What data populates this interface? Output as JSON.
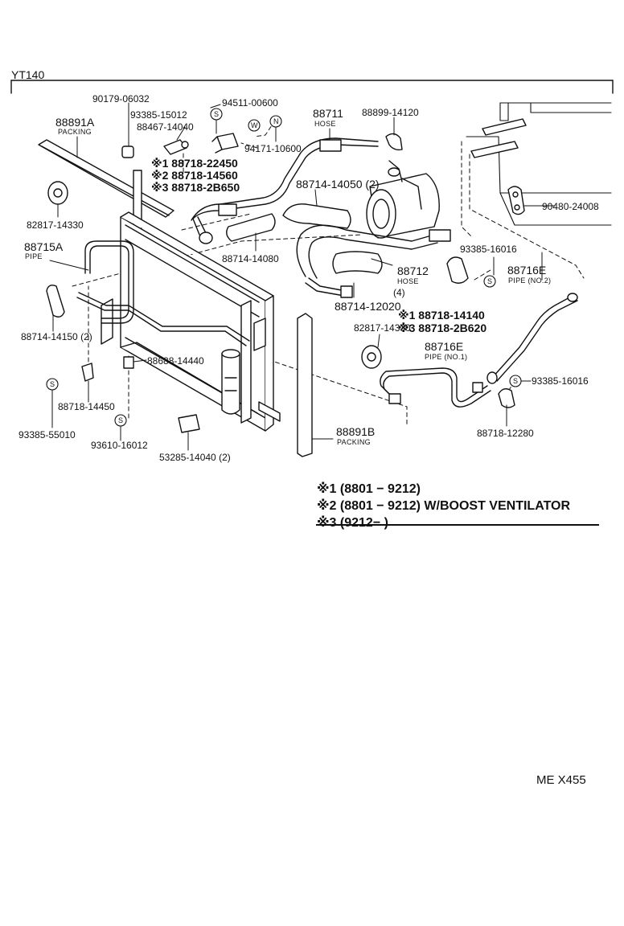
{
  "page_code": "YT140",
  "footer_code": "ME X455",
  "parts": {
    "p90179": "90179-06032",
    "p93385_15012": "93385-15012",
    "p94511": "94511-00600",
    "p88467": "88467-14040",
    "p94171": "94171-10600",
    "p88711": "88711",
    "p88711_sub": "HOSE",
    "p88899": "88899-14120",
    "p88891A": "88891A",
    "p88891A_sub": "PACKING",
    "p88718_22450": "※1 88718-22450",
    "p88718_14560": "※2 88718-14560",
    "p88718_2B650": "※3 88718-2B650",
    "p88714_14050": "88714-14050 (2)",
    "p82817_a": "82817-14330",
    "p88715A": "88715A",
    "p88715A_sub": "PIPE",
    "p88714_14080": "88714-14080",
    "p88712": "88712",
    "p88712_sub": "HOSE",
    "p88712_qty": "(4)",
    "p88714_12020": "88714-12020",
    "p93385_16016a": "93385-16016",
    "p88716E_2": "88716E",
    "p88716E_2_sub": "PIPE (NO.2)",
    "p90480": "90480-24008",
    "p88714_14150": "88714-14150 (2)",
    "p88688": "88688-14440",
    "p88718_14140": "※1 88718-14140",
    "p88718_2B620": "※3 88718-2B620",
    "p82817_b": "82817-14330",
    "p88716E_1": "88716E",
    "p88716E_1_sub": "PIPE (NO.1)",
    "p93385_16016b": "93385-16016",
    "p88718_14450": "88718-14450",
    "p93385_55010": "93385-55010",
    "p93610": "93610-16012",
    "p53285": "53285-14040 (2)",
    "p88891B": "88891B",
    "p88891B_sub": "PACKING",
    "p88718_12280": "88718-12280"
  },
  "symbols": {
    "s_mark": "S",
    "w_mark": "W",
    "n_mark": "N"
  },
  "legend": [
    "※1 (8801 − 9212)",
    "※2 (8801 − 9212) W/BOOST VENTILATOR",
    "※3 (9212−          )"
  ]
}
